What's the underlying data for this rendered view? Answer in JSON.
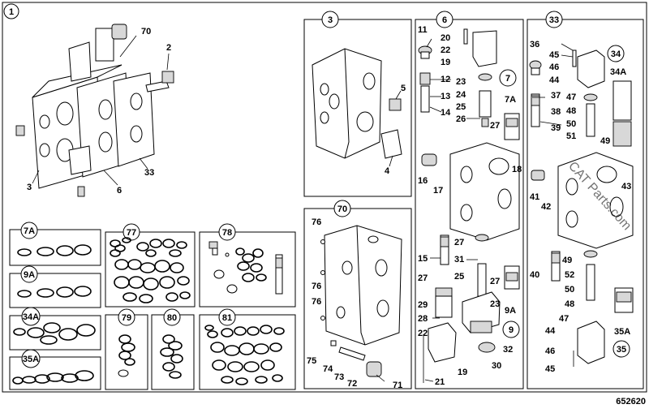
{
  "sheet_number": "1",
  "drawing_number": "652620",
  "watermark": "CAT Parts.com",
  "callouts": {
    "c70": "70",
    "c2": "2",
    "c3": "3",
    "c6": "6",
    "c33": "33",
    "g3": "3",
    "p5": "5",
    "p4": "4",
    "g6": "6",
    "p11": "11",
    "p20": "20",
    "p22": "22",
    "p19": "19",
    "p12": "12",
    "p23": "23",
    "p24": "24",
    "p13": "13",
    "p25": "25",
    "p14": "14",
    "p26": "26",
    "p27a": "27",
    "p18": "18",
    "p16": "16",
    "p17": "17",
    "p15": "15",
    "p27b": "27",
    "p31": "31",
    "p25b": "25",
    "p27c": "27",
    "p27d": "27",
    "p23b": "23",
    "p29": "29",
    "p28": "28",
    "p22b": "22",
    "p32": "32",
    "p30": "30",
    "p19b": "19",
    "p21": "21",
    "g7": "7",
    "p7A": "7A",
    "p9A": "9A",
    "g9": "9",
    "g33": "33",
    "p36": "36",
    "p45": "45",
    "p46": "46",
    "p44": "44",
    "p37": "37",
    "p47": "47",
    "p38": "38",
    "p48": "48",
    "p50": "50",
    "p39": "39",
    "p51": "51",
    "p49": "49",
    "g34": "34",
    "p34A": "34A",
    "p43": "43",
    "p41": "41",
    "p42": "42",
    "p40": "40",
    "p49b": "49",
    "p52": "52",
    "p50b": "50",
    "p48b": "48",
    "p47b": "47",
    "p44b": "44",
    "p46b": "46",
    "p45b": "45",
    "p35A": "35A",
    "g35": "35",
    "g70": "70",
    "p76a": "76",
    "p76b": "76",
    "p76c": "76",
    "p75": "75",
    "p74": "74",
    "p73": "73",
    "p72": "72",
    "p71": "71",
    "k7A": "7A",
    "k9A": "9A",
    "k34A": "34A",
    "k35A": "35A",
    "k77": "77",
    "k78": "78",
    "k79": "79",
    "k80": "80",
    "k81": "81"
  }
}
